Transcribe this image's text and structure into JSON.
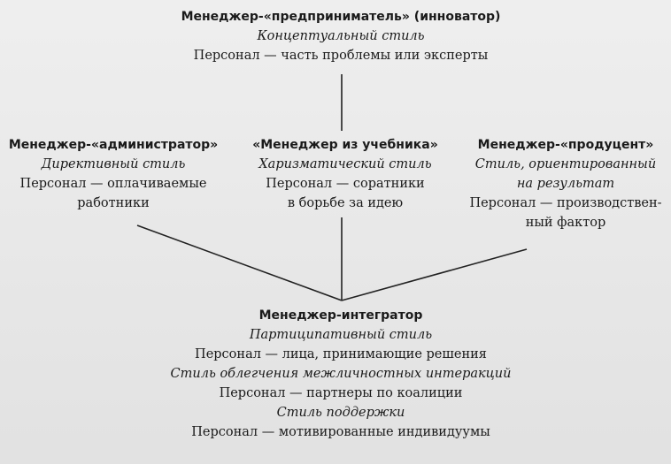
{
  "top": {
    "title": "Менеджер-«предприниматель» (инноватор)",
    "style": "Концептуальный стиль",
    "staff": "Персонал — часть проблемы или эксперты"
  },
  "left": {
    "title": "Менеджер-«администратор»",
    "style": "Директивный стиль",
    "staff_lines": [
      "Персонал — оплачиваемые",
      "работники"
    ]
  },
  "center": {
    "title": "«Менеджер из учебника»",
    "style": "Харизматический стиль",
    "staff_lines": [
      "Персонал — соратники",
      "в борьбе за идею"
    ]
  },
  "right": {
    "title": "Менеджер-«продуцент»",
    "style_lines": [
      "Стиль, ориентированный",
      "на результат"
    ],
    "staff_lines": [
      "Персонал — производствен-",
      "ный фактор"
    ]
  },
  "bottom": {
    "title": "Менеджер-интегратор",
    "style1": "Партиципативный стиль",
    "staff1": "Персонал — лица, принимающие решения",
    "style2": "Стиль облегчения межличностных интеракций",
    "staff2": "Персонал — партнеры по коалиции",
    "style3": "Стиль поддержки",
    "staff3": "Персонал — мотивированные индивидуумы"
  }
}
